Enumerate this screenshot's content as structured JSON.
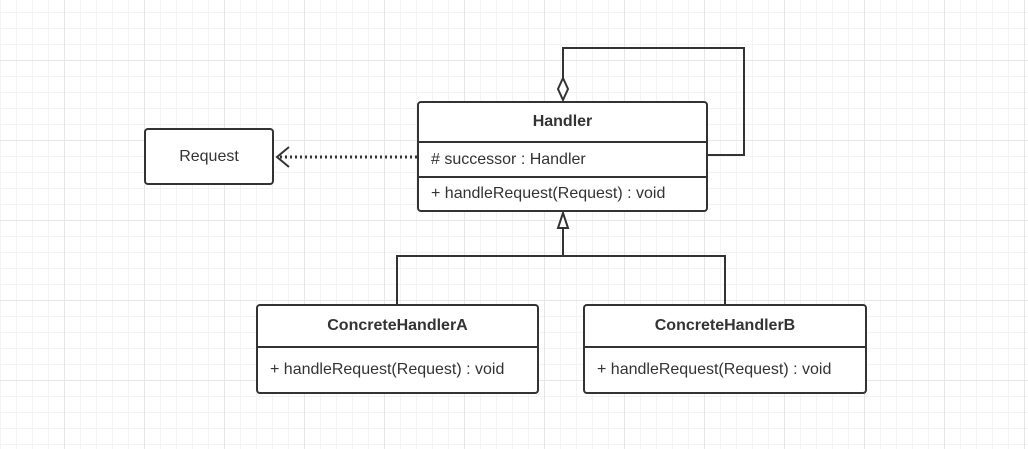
{
  "diagram": {
    "request": {
      "label": "Request"
    },
    "handler": {
      "name": "Handler",
      "attribute": "# successor : Handler",
      "operation": "+ handleRequest(Request) : void"
    },
    "concrete_a": {
      "name": "ConcreteHandlerA",
      "operation": "+ handleRequest(Request) : void"
    },
    "concrete_b": {
      "name": "ConcreteHandlerB",
      "operation": "+ handleRequest(Request) : void"
    },
    "relations": [
      {
        "type": "dependency",
        "from": "Handler",
        "to": "Request"
      },
      {
        "type": "aggregation",
        "from": "Handler",
        "to": "Handler"
      },
      {
        "type": "generalization",
        "from": "ConcreteHandlerA",
        "to": "Handler"
      },
      {
        "type": "generalization",
        "from": "ConcreteHandlerB",
        "to": "Handler"
      }
    ],
    "colors": {
      "line": "#333333",
      "grid": "#e6e6e6",
      "background": "#ffffff"
    }
  }
}
